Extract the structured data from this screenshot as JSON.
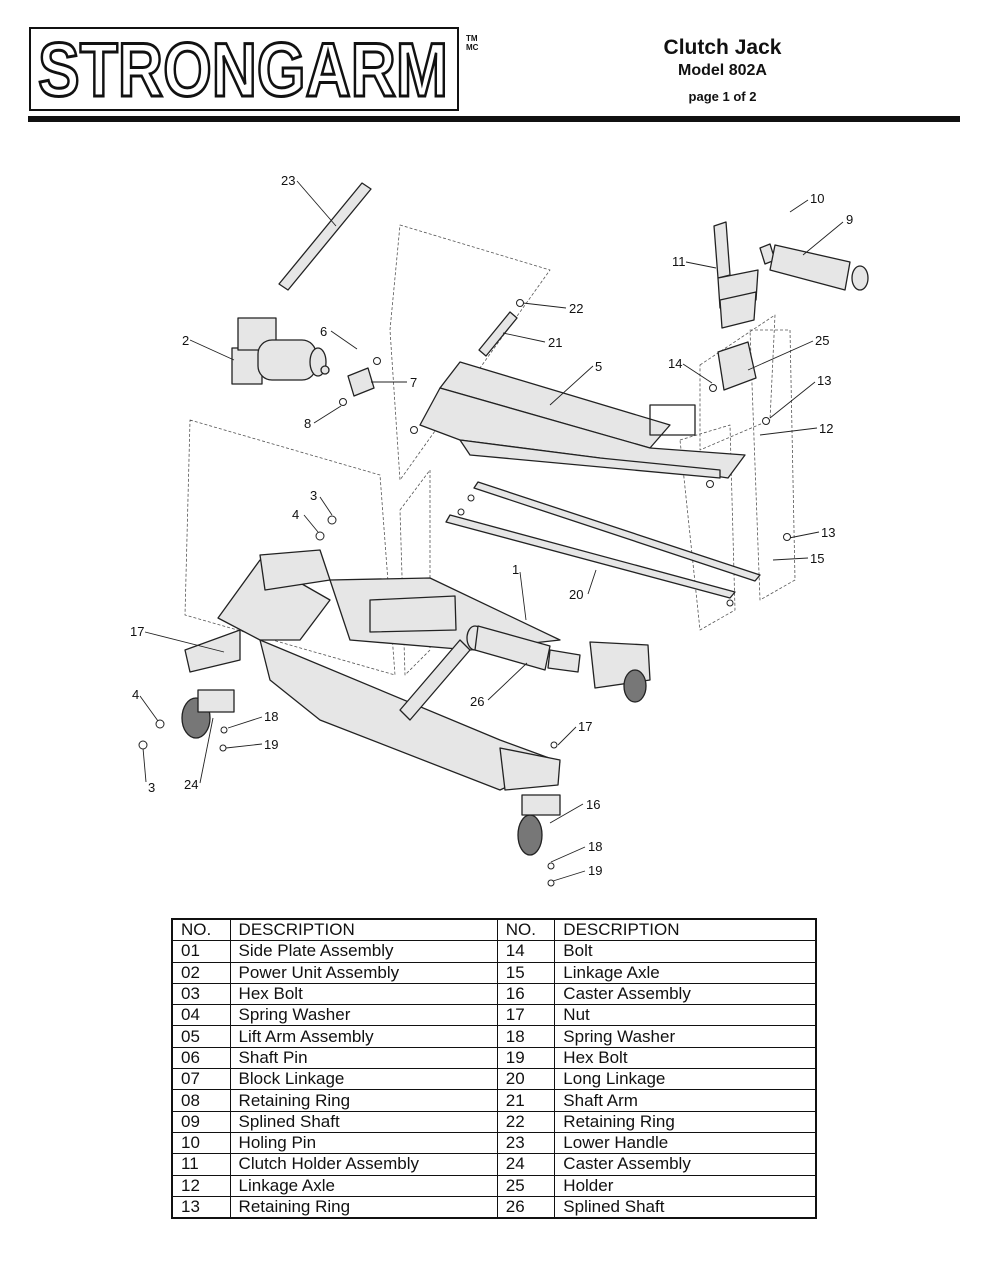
{
  "header": {
    "brand": "STRONGARM",
    "trademark_top": "TM",
    "trademark_bottom": "MC",
    "title": "Clutch Jack",
    "model": "Model 802A",
    "page": "page 1 of 2"
  },
  "callouts": [
    "23",
    "10",
    "9",
    "11",
    "22",
    "21",
    "2",
    "6",
    "7",
    "8",
    "5",
    "14",
    "25",
    "13",
    "12",
    "3",
    "4",
    "1",
    "13",
    "15",
    "20",
    "17",
    "26",
    "4",
    "18",
    "19",
    "3",
    "24",
    "17",
    "16",
    "18",
    "19"
  ],
  "table": {
    "headers": [
      "NO.",
      "DESCRIPTION",
      "NO.",
      "DESCRIPTION"
    ],
    "rows": [
      [
        "01",
        "Side Plate Assembly",
        "14",
        "Bolt"
      ],
      [
        "02",
        "Power Unit Assembly",
        "15",
        "Linkage Axle"
      ],
      [
        "03",
        "Hex Bolt",
        "16",
        "Caster Assembly"
      ],
      [
        "04",
        "Spring Washer",
        "17",
        "Nut"
      ],
      [
        "05",
        "Lift Arm Assembly",
        "18",
        "Spring Washer"
      ],
      [
        "06",
        "Shaft Pin",
        "19",
        "Hex Bolt"
      ],
      [
        "07",
        "Block Linkage",
        "20",
        "Long Linkage"
      ],
      [
        "08",
        "Retaining Ring",
        "21",
        "Shaft Arm"
      ],
      [
        "09",
        "Splined Shaft",
        "22",
        "Retaining Ring"
      ],
      [
        "10",
        "Holing Pin",
        "23",
        "Lower Handle"
      ],
      [
        "11",
        "Clutch Holder Assembly",
        "24",
        "Caster Assembly"
      ],
      [
        "12",
        "Linkage Axle",
        "25",
        "Holder"
      ],
      [
        "13",
        "Retaining Ring",
        "26",
        "Splined Shaft"
      ]
    ]
  }
}
